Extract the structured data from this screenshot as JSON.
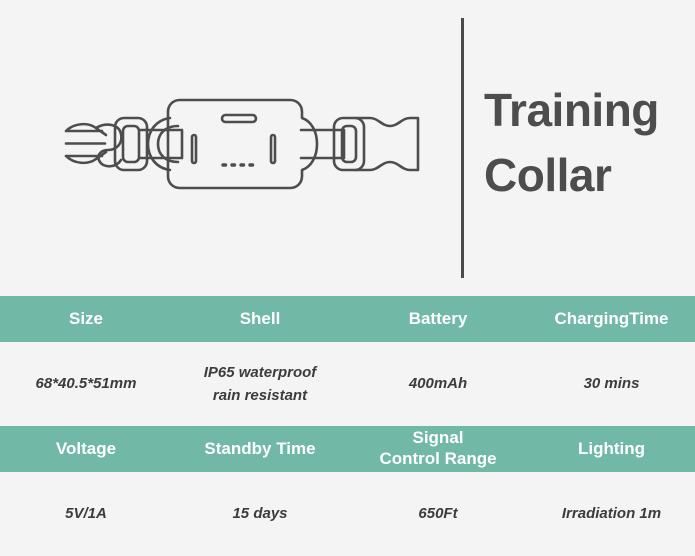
{
  "page": {
    "background_color": "#f4f4f4",
    "accent_color": "#71b8a7",
    "text_color": "#3c3c3c",
    "title_color": "#4d4d4d"
  },
  "hero": {
    "title_line_1": "Training",
    "title_line_2": "Collar",
    "illustration_name": "training-collar-product-outline"
  },
  "spec_tables": [
    {
      "headers": [
        "Size",
        "Shell",
        "Battery",
        "ChargingTime"
      ],
      "values": [
        "68*40.5*51mm",
        "IP65 waterproof\nrain resistant",
        "400mAh",
        "30 mins"
      ]
    },
    {
      "headers": [
        "Voltage",
        "Standby Time",
        "Signal\nControl Range",
        "Lighting"
      ],
      "values": [
        "5V/1A",
        "15 days",
        "650Ft",
        "Irradiation 1m"
      ]
    }
  ]
}
